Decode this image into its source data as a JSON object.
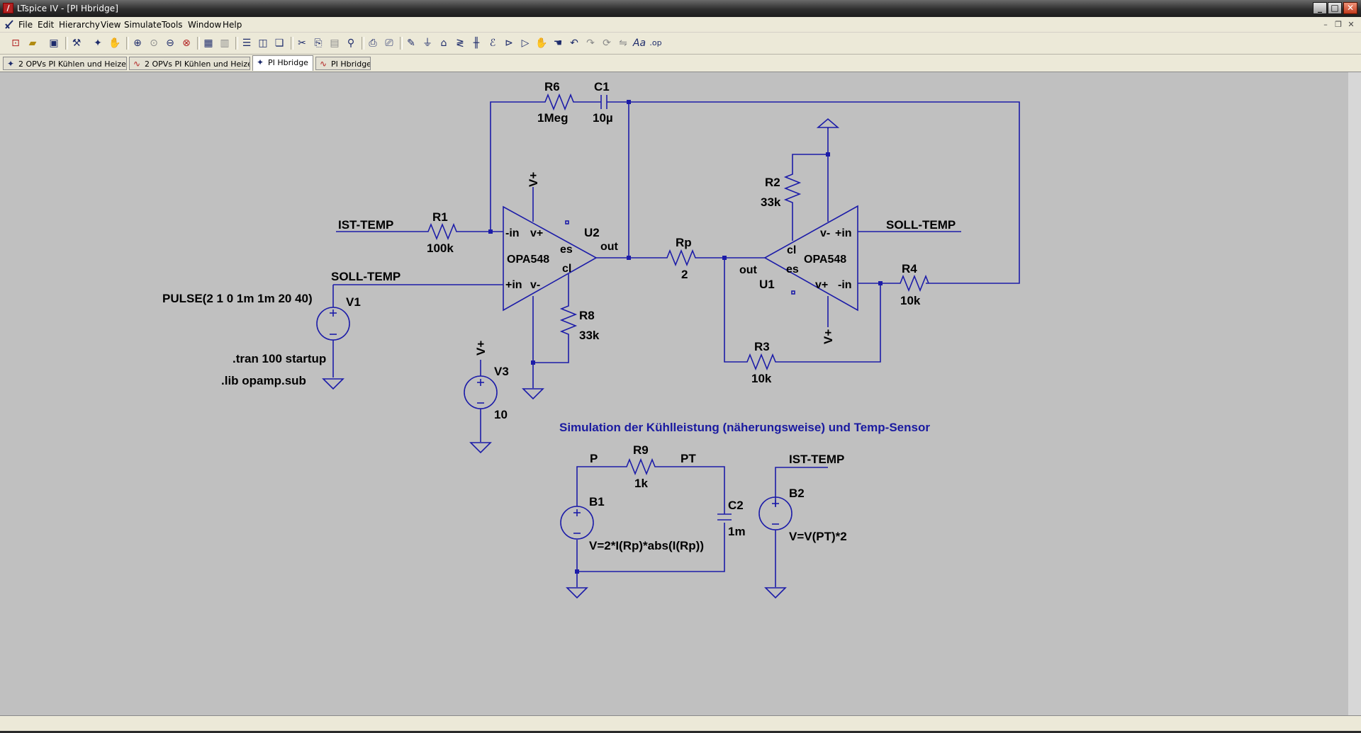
{
  "window": {
    "title": "LTspice IV - [PI Hbridge]",
    "minimize": "_",
    "maximize": "□",
    "close": "✕"
  },
  "menu": {
    "items": [
      "File",
      "Edit",
      "Hierarchy",
      "View",
      "Simulate",
      "Tools",
      "Window",
      "Help"
    ],
    "mdi_minimize": "–",
    "mdi_restore": "❐",
    "mdi_close": "✕"
  },
  "toolbar": {
    "icons": [
      "new-schematic-icon",
      "open-icon",
      "save-icon",
      "control-panel-icon",
      "run-icon",
      "halt-icon",
      "zoom-in-icon",
      "zoom-area-icon",
      "zoom-out-icon",
      "zoom-fit-icon",
      "autorange-icon",
      "reset-icon",
      "tile-horizontal-icon",
      "tile-vertical-icon",
      "cascade-icon",
      "cut-icon",
      "copy-icon",
      "paste-icon",
      "find-icon",
      "print-preview-icon",
      "print-icon",
      "wire-icon",
      "ground-icon",
      "label-net-icon",
      "resistor-icon",
      "capacitor-icon",
      "inductor-icon",
      "diode-icon",
      "component-icon",
      "move-icon",
      "drag-icon",
      "undo-icon",
      "redo-icon",
      "rotate-icon",
      "mirror-icon",
      "text-icon",
      "spice-directive-icon"
    ]
  },
  "tabs": [
    {
      "label": "2 OPVs PI Kühlen und Heizen",
      "icon": "schematic-icon",
      "active": false
    },
    {
      "label": "2 OPVs PI Kühlen und Heizen",
      "icon": "waveform-icon",
      "active": false
    },
    {
      "label": "PI Hbridge",
      "icon": "schematic-icon",
      "active": true
    },
    {
      "label": "PI Hbridge",
      "icon": "waveform-icon",
      "active": false
    }
  ],
  "schematic": {
    "R6": {
      "name": "R6",
      "value": "1Meg"
    },
    "C1": {
      "name": "C1",
      "value": "10µ"
    },
    "R1": {
      "name": "R1",
      "value": "100k"
    },
    "R2": {
      "name": "R2",
      "value": "33k"
    },
    "R3": {
      "name": "R3",
      "value": "10k"
    },
    "R4": {
      "name": "R4",
      "value": "10k"
    },
    "R8": {
      "name": "R8",
      "value": "33k"
    },
    "R9": {
      "name": "R9",
      "value": "1k"
    },
    "Rp": {
      "name": "Rp",
      "value": "2"
    },
    "C2": {
      "name": "C2",
      "value": "1m"
    },
    "U2": {
      "name": "U2",
      "model": "OPA548",
      "pins": {
        "inm": "-in",
        "inp": "+in",
        "vp": "v+",
        "vm": "v-",
        "es": "es",
        "cl": "cl",
        "out": "out"
      }
    },
    "U1": {
      "name": "U1",
      "model": "OPA548",
      "pins": {
        "inm": "-in",
        "inp": "+in",
        "vp": "v+",
        "vm": "v-",
        "es": "es",
        "cl": "cl",
        "out": "out"
      }
    },
    "V1": {
      "name": "V1",
      "value": "PULSE(2 1 0 1m 1m 20 40)"
    },
    "V3": {
      "name": "V3",
      "value": "10"
    },
    "B1": {
      "name": "B1",
      "value": "V=2*I(Rp)*abs(I(Rp))"
    },
    "B2": {
      "name": "B2",
      "value": "V=V(PT)*2"
    },
    "nets": {
      "ist_temp_in": "IST-TEMP",
      "soll_temp_in": "SOLL-TEMP",
      "soll_temp_u1": "SOLL-TEMP",
      "ist_temp_out": "IST-TEMP",
      "p": "P",
      "pt": "PT",
      "vplus_u2": "V+",
      "vplus_u1": "V+",
      "vplus_v3": "V+"
    },
    "directives": {
      "tran": ".tran 100 startup",
      "lib": ".lib opamp.sub"
    },
    "comment": "Simulation der Kühlleistung (näherungsweise) und Temp-Sensor"
  },
  "colors": {
    "wire": "#1c1ca8",
    "background": "#c0c0c0",
    "comment": "#1a1aa0"
  }
}
